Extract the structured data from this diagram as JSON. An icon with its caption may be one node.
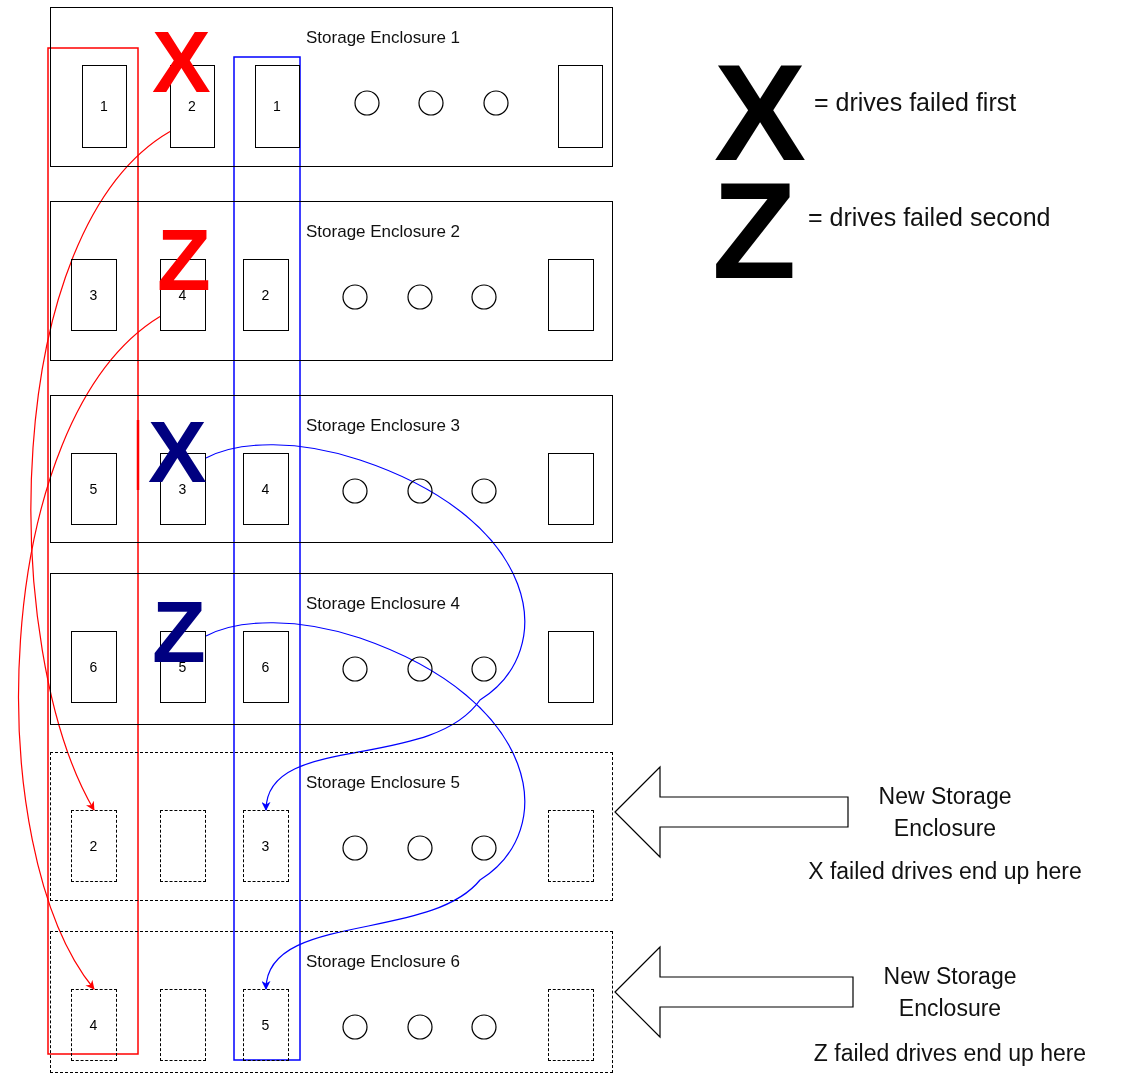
{
  "diagram": {
    "nodes": [
      {
        "text": [
          "Storage Enclosure 1"
        ]
      },
      {
        "text": [
          "1"
        ],
        "in": 0
      },
      {
        "text": [
          "2"
        ],
        "in": 0
      },
      {
        "text": [
          "1"
        ],
        "in": 0
      },
      {
        "text": [],
        "shape": "box",
        "in": 0
      },
      {
        "text": [
          "Storage Enclosure 2"
        ]
      },
      {
        "text": [
          "3"
        ],
        "in": 5
      },
      {
        "text": [
          "4"
        ],
        "in": 5
      },
      {
        "text": [
          "2"
        ],
        "in": 5
      },
      {
        "text": [],
        "shape": "box",
        "in": 5
      },
      {
        "text": [
          "Storage Enclosure 3"
        ]
      },
      {
        "text": [
          "5"
        ],
        "in": 10
      },
      {
        "text": [
          "3"
        ],
        "in": 10
      },
      {
        "text": [
          "4"
        ],
        "in": 10
      },
      {
        "text": [],
        "shape": "box",
        "in": 10
      },
      {
        "text": [
          "Storage Enclosure 4"
        ]
      },
      {
        "text": [
          "6"
        ],
        "in": 15
      },
      {
        "text": [
          "5"
        ],
        "in": 15
      },
      {
        "text": [
          "6"
        ],
        "in": 15
      },
      {
        "text": [],
        "shape": "box",
        "in": 15
      },
      {
        "text": [
          "Storage Enclosure 5"
        ]
      },
      {
        "text": [
          "2"
        ],
        "in": 20
      },
      {
        "text": [],
        "shape": "box",
        "in": 20
      },
      {
        "text": [
          "3"
        ],
        "in": 20
      },
      {
        "text": [],
        "shape": "box",
        "in": 20
      },
      {
        "text": [
          "Storage Enclosure 6"
        ]
      },
      {
        "text": [
          "4"
        ],
        "in": 25
      },
      {
        "text": [],
        "shape": "box",
        "in": 25
      },
      {
        "text": [
          "5"
        ],
        "in": 25
      },
      {
        "text": [],
        "shape": "box",
        "in": 25
      },
      {
        "text": [
          "New Storage Enclosure"
        ],
        "beside": [
          "X failed drives end up here"
        ]
      },
      {
        "text": [
          "New Storage Enclosure"
        ],
        "beside": [
          "Z failed drives end up here"
        ]
      }
    ],
    "edges": [
      {
        "from": 2,
        "to": 21,
        "arrow": "to",
        "color": "#ff0000"
      },
      {
        "from": 7,
        "to": 26,
        "arrow": "to",
        "color": "#ff0000"
      },
      {
        "from": 12,
        "to": 23,
        "arrow": "to",
        "color": "#0000ff"
      },
      {
        "from": 17,
        "to": 28,
        "arrow": "to",
        "color": "#0000ff"
      },
      {
        "from": 30,
        "to": 20,
        "arrow": "to",
        "style": "thick"
      },
      {
        "from": 31,
        "to": 25,
        "arrow": "to",
        "style": "thick"
      }
    ],
    "labels": [
      "X",
      "X",
      "Z",
      "Z",
      "X",
      "Z"
    ],
    "legend": [
      {
        "text": "= drives failed first"
      },
      {
        "text": "= drives failed second"
      }
    ]
  }
}
